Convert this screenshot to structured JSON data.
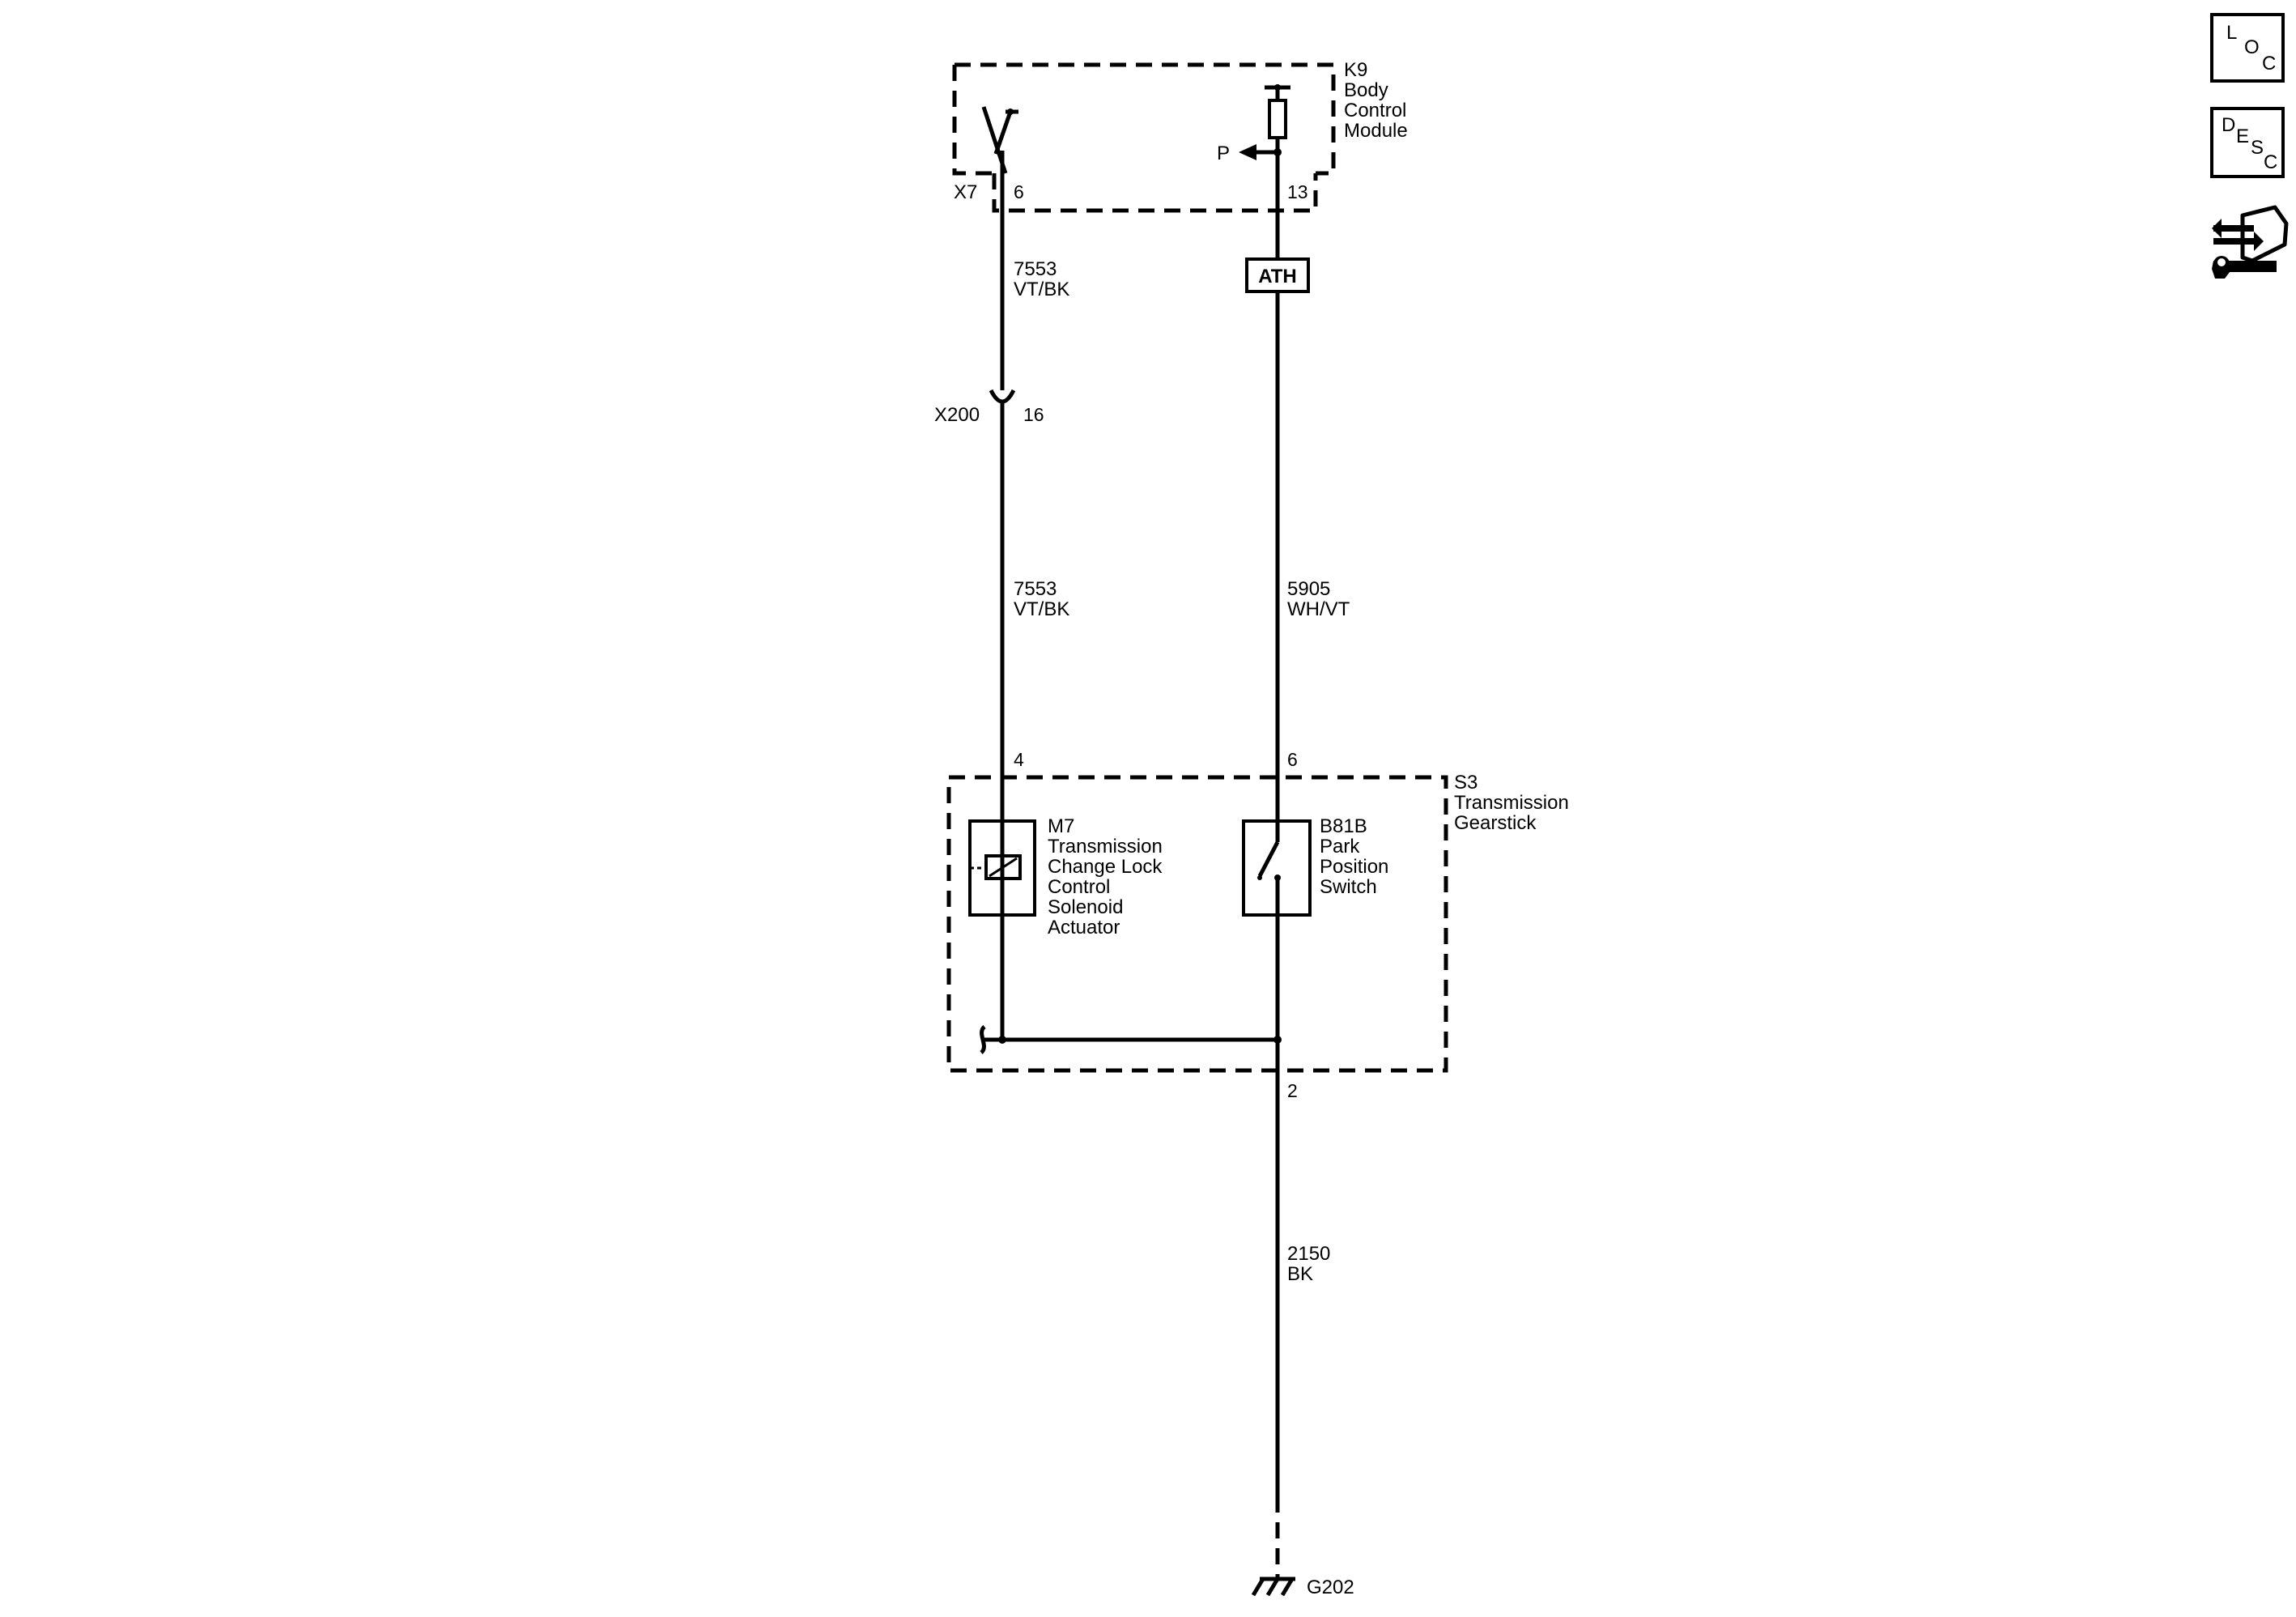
{
  "modules": {
    "k9": {
      "lines": [
        "K9",
        "Body",
        "Control",
        "Module"
      ]
    },
    "s3": {
      "lines": [
        "S3",
        "Transmission",
        "Gearstick"
      ]
    },
    "m7": {
      "lines": [
        "M7",
        "Transmission",
        "Change Lock",
        "Control",
        "Solenoid",
        "Actuator"
      ]
    },
    "b81b": {
      "lines": [
        "B81B",
        "Park",
        "Position",
        "Switch"
      ]
    }
  },
  "connectors": {
    "x7": "X7",
    "x7_pin_left": "6",
    "x7_pin_right": "13",
    "x200": "X200",
    "x200_pin": "16",
    "s3_pin_m7": "4",
    "s3_pin_b81b": "6",
    "s3_pin_ground": "2"
  },
  "signals": {
    "p_label": "P",
    "ath_label": "ATH"
  },
  "wires": {
    "w7553_upper": {
      "circuit": "7553",
      "color": "VT/BK"
    },
    "w7553_lower": {
      "circuit": "7553",
      "color": "VT/BK"
    },
    "w5905": {
      "circuit": "5905",
      "color": "WH/VT"
    },
    "w2150": {
      "circuit": "2150",
      "color": "BK"
    }
  },
  "ground": {
    "label": "G202"
  },
  "side_icons": {
    "loc": {
      "letters": [
        "L",
        "O",
        "C"
      ],
      "icon": "location-icon"
    },
    "desc": {
      "letters": [
        "D",
        "E",
        "S",
        "C"
      ],
      "icon": "description-icon"
    },
    "connector_repair": {
      "icon": "connector-repair-icon"
    }
  }
}
